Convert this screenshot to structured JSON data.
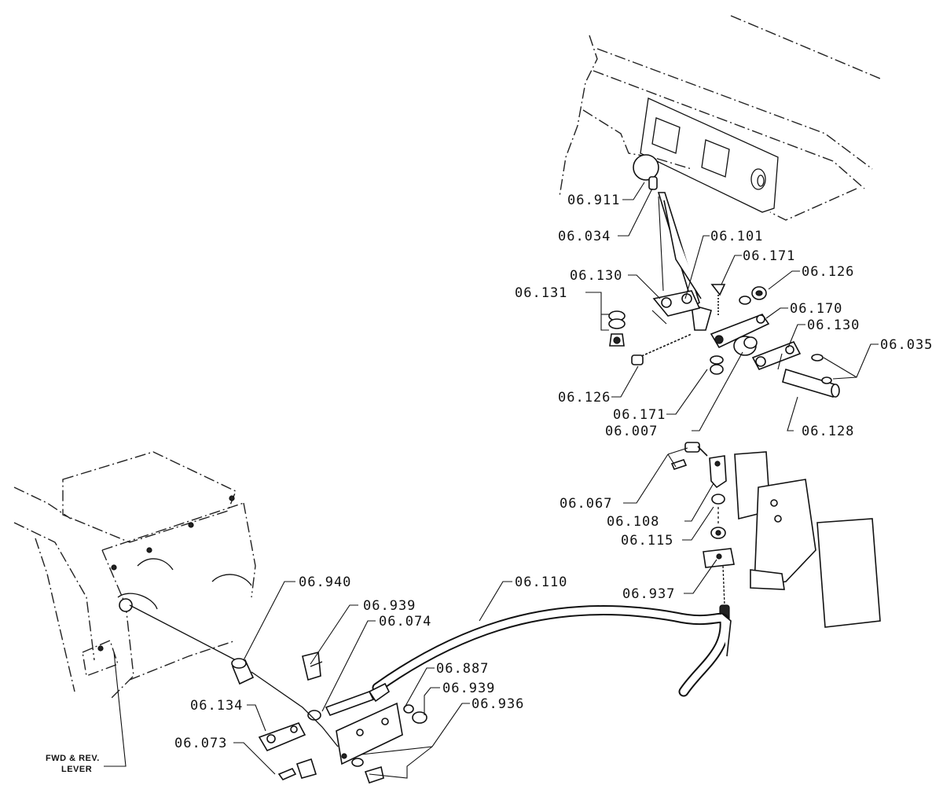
{
  "labels": {
    "p911": "06.911",
    "p034": "06.034",
    "p101": "06.101",
    "p171a": "06.171",
    "p126a": "06.126",
    "p130a": "06.130",
    "p131": "06.131",
    "p170": "06.170",
    "p130b": "06.130",
    "p035": "06.035",
    "p126b": "06.126",
    "p171b": "06.171",
    "p007": "06.007",
    "p128": "06.128",
    "p067": "06.067",
    "p108": "06.108",
    "p115": "06.115",
    "p937": "06.937",
    "p110": "06.110",
    "p940": "06.940",
    "p939a": "06.939",
    "p074": "06.074",
    "p887": "06.887",
    "p939b": "06.939",
    "p936": "06.936",
    "p134": "06.134",
    "p073": "06.073"
  },
  "note": {
    "line1": "FWD & REV.",
    "line2": "LEVER"
  }
}
